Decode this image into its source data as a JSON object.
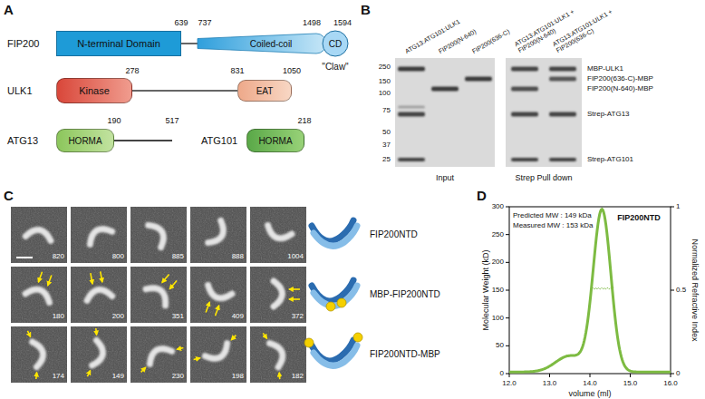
{
  "diagram": {
    "nodes": [
      {
        "text": [
          "N-terminal Domain"
        ]
      },
      {
        "text": [
          "Coiled-coil"
        ]
      },
      {
        "text": [
          "CD"
        ]
      },
      {
        "text": [
          "Kinase"
        ]
      },
      {
        "text": [
          "EAT"
        ]
      },
      {
        "text": [
          "HORMA"
        ]
      },
      {
        "text": [
          "HORMA"
        ]
      }
    ],
    "edges": [
      {
        "from": 0,
        "to": 1,
        "arrow": "none"
      },
      {
        "from": 3,
        "to": 4,
        "arrow": "none"
      }
    ],
    "labels": [
      "A",
      "FIP200",
      "639",
      "737",
      "1498",
      "1594",
      "\"Claw\"",
      "ULK1",
      "278",
      "831",
      "1050",
      "ATG13",
      "190",
      "517",
      "ATG101",
      "218",
      "B",
      "ATG13:ATG101:ULK1",
      "FIP200(N-640)",
      "FIP200(636-C)",
      "ATG13:ATG101:ULK1 + FIP200(N-640)",
      "ATG13:ATG101:ULK1 + FIP200(636-C)",
      "250",
      "150",
      "100",
      "75",
      "50",
      "37",
      "25",
      "MBP-ULK1",
      "FIP200(636-C)-MBP",
      "FIP200(N-640)-MBP",
      "Strep-ATG13",
      "Strep-ATG101",
      "Input",
      "Strep Pull down",
      "C",
      "820",
      "800",
      "885",
      "888",
      "1004",
      "180",
      "200",
      "351",
      "409",
      "372",
      "174",
      "149",
      "230",
      "198",
      "182",
      "FIP200NTD",
      "MBP-FIP200NTD",
      "FIP200NTD-MBP",
      "D",
      "Predicted MW : 149 kDa",
      "Measured MW : 153 kDa",
      "FIP200NTD",
      "Molecular Weight (kD)",
      "Normalized Refractive Index",
      "volume (ml)",
      "0",
      "50",
      "100",
      "150",
      "200",
      "250",
      "300",
      "0",
      "0.5",
      "1",
      "12.0",
      "13.0",
      "14.0",
      "15.0",
      "16.0"
    ]
  }
}
